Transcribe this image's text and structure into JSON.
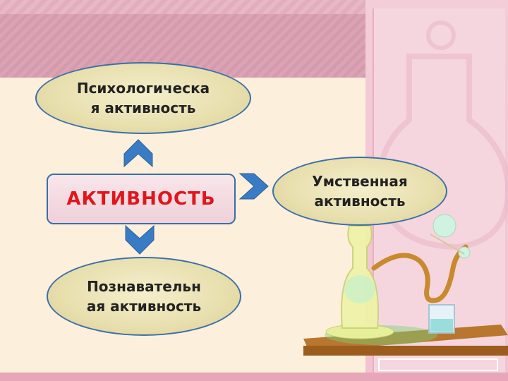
{
  "diagram": {
    "center": {
      "label": "АКТИВНОСТЬ"
    },
    "nodes": [
      {
        "label": "Психологическа\nя активность"
      },
      {
        "label": "Умственная\nактивность"
      },
      {
        "label": "Познавательн\nая активность"
      }
    ]
  },
  "colors": {
    "node_border": "#3b6fa8",
    "center_text": "#e0161b",
    "arrow_fill": "#3a7cc4"
  },
  "decor": {
    "illustration": "chemistry-flask-apparatus"
  }
}
